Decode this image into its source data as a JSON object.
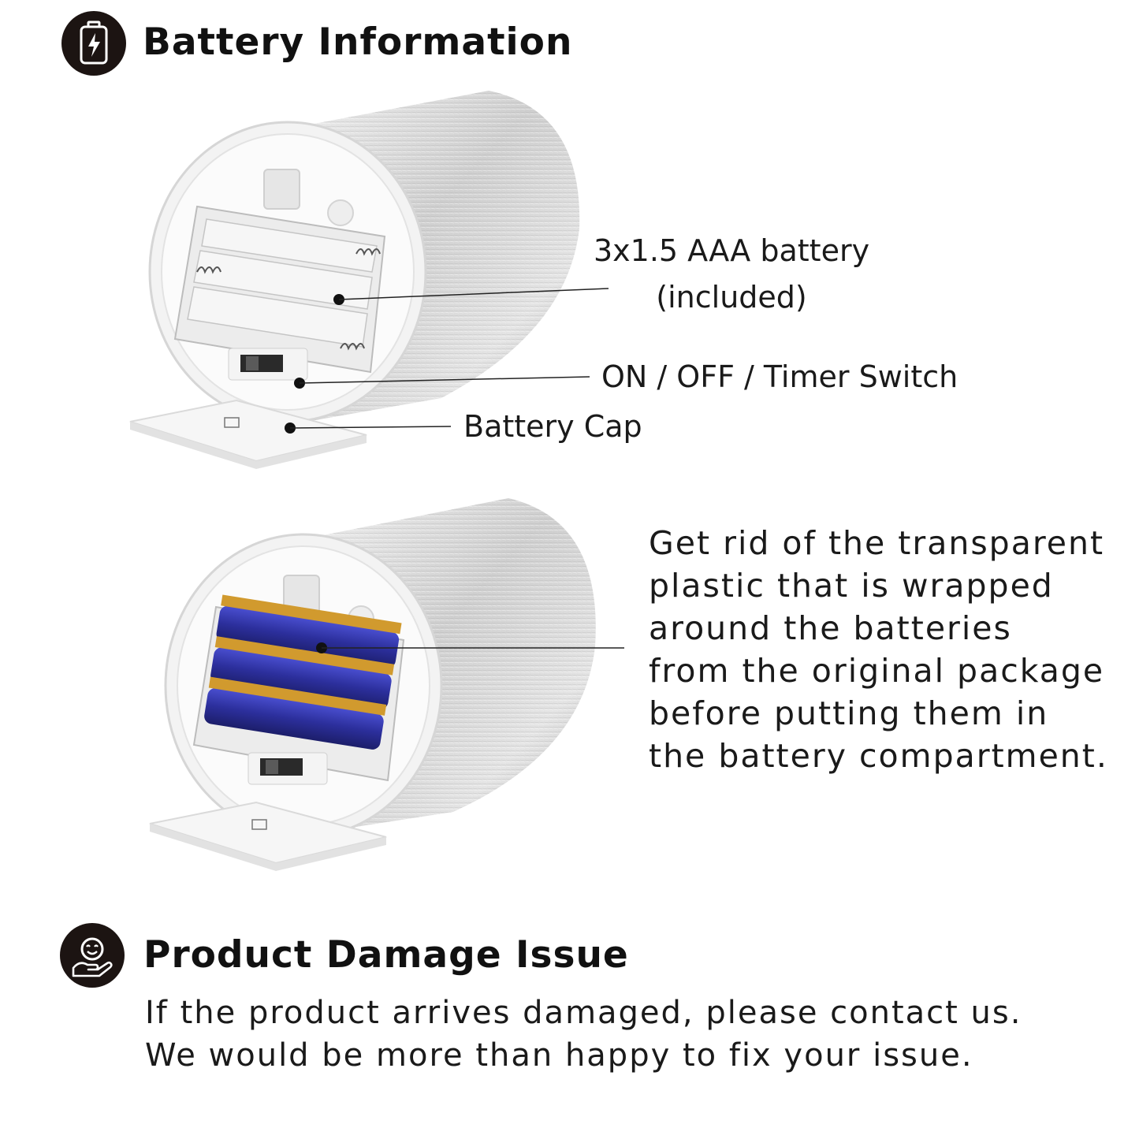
{
  "battery_section": {
    "title": "Battery Information",
    "icon": "battery-charging-icon"
  },
  "callouts": {
    "battery_line1": "3x1.5 AAA battery",
    "battery_line2": "(included)",
    "switch": "ON / OFF / Timer Switch",
    "cap": "Battery Cap"
  },
  "note": {
    "lines": [
      "Get rid of the transparent",
      "plastic that is wrapped",
      "around the batteries",
      "from the original package",
      "before putting them in",
      "the battery compartment."
    ]
  },
  "damage_section": {
    "title": "Product Damage Issue",
    "icon": "smile-hand-icon",
    "lines": [
      "If the product arrives damaged, please contact us.",
      "We would be more than happy to fix your issue."
    ]
  },
  "colors": {
    "icon_bg": "#1c1412",
    "battery_blue": "#2c2f9c",
    "battery_gold": "#d19a2e"
  }
}
